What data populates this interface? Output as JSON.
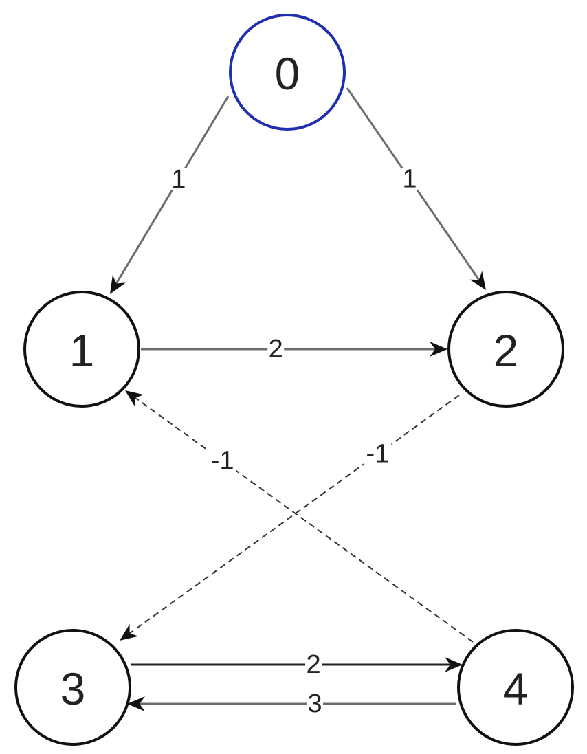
{
  "graph": {
    "nodes": [
      {
        "id": "0",
        "label": "0",
        "highlighted": true
      },
      {
        "id": "1",
        "label": "1",
        "highlighted": false
      },
      {
        "id": "2",
        "label": "2",
        "highlighted": false
      },
      {
        "id": "3",
        "label": "3",
        "highlighted": false
      },
      {
        "id": "4",
        "label": "4",
        "highlighted": false
      }
    ],
    "edges": [
      {
        "from": "0",
        "to": "1",
        "label": "1",
        "style": "solid"
      },
      {
        "from": "0",
        "to": "2",
        "label": "1",
        "style": "solid"
      },
      {
        "from": "1",
        "to": "2",
        "label": "2",
        "style": "solid"
      },
      {
        "from": "2",
        "to": "3",
        "label": "-1",
        "style": "dashed"
      },
      {
        "from": "4",
        "to": "1",
        "label": "-1",
        "style": "dashed"
      },
      {
        "from": "3",
        "to": "4",
        "label": "2",
        "style": "solid"
      },
      {
        "from": "4",
        "to": "3",
        "label": "3",
        "style": "solid"
      }
    ]
  },
  "colors": {
    "highlight_stroke": "#1f2fae",
    "node_stroke": "#111111",
    "edge_stroke": "#6b6b6b",
    "arrow_fill": "#111111"
  }
}
